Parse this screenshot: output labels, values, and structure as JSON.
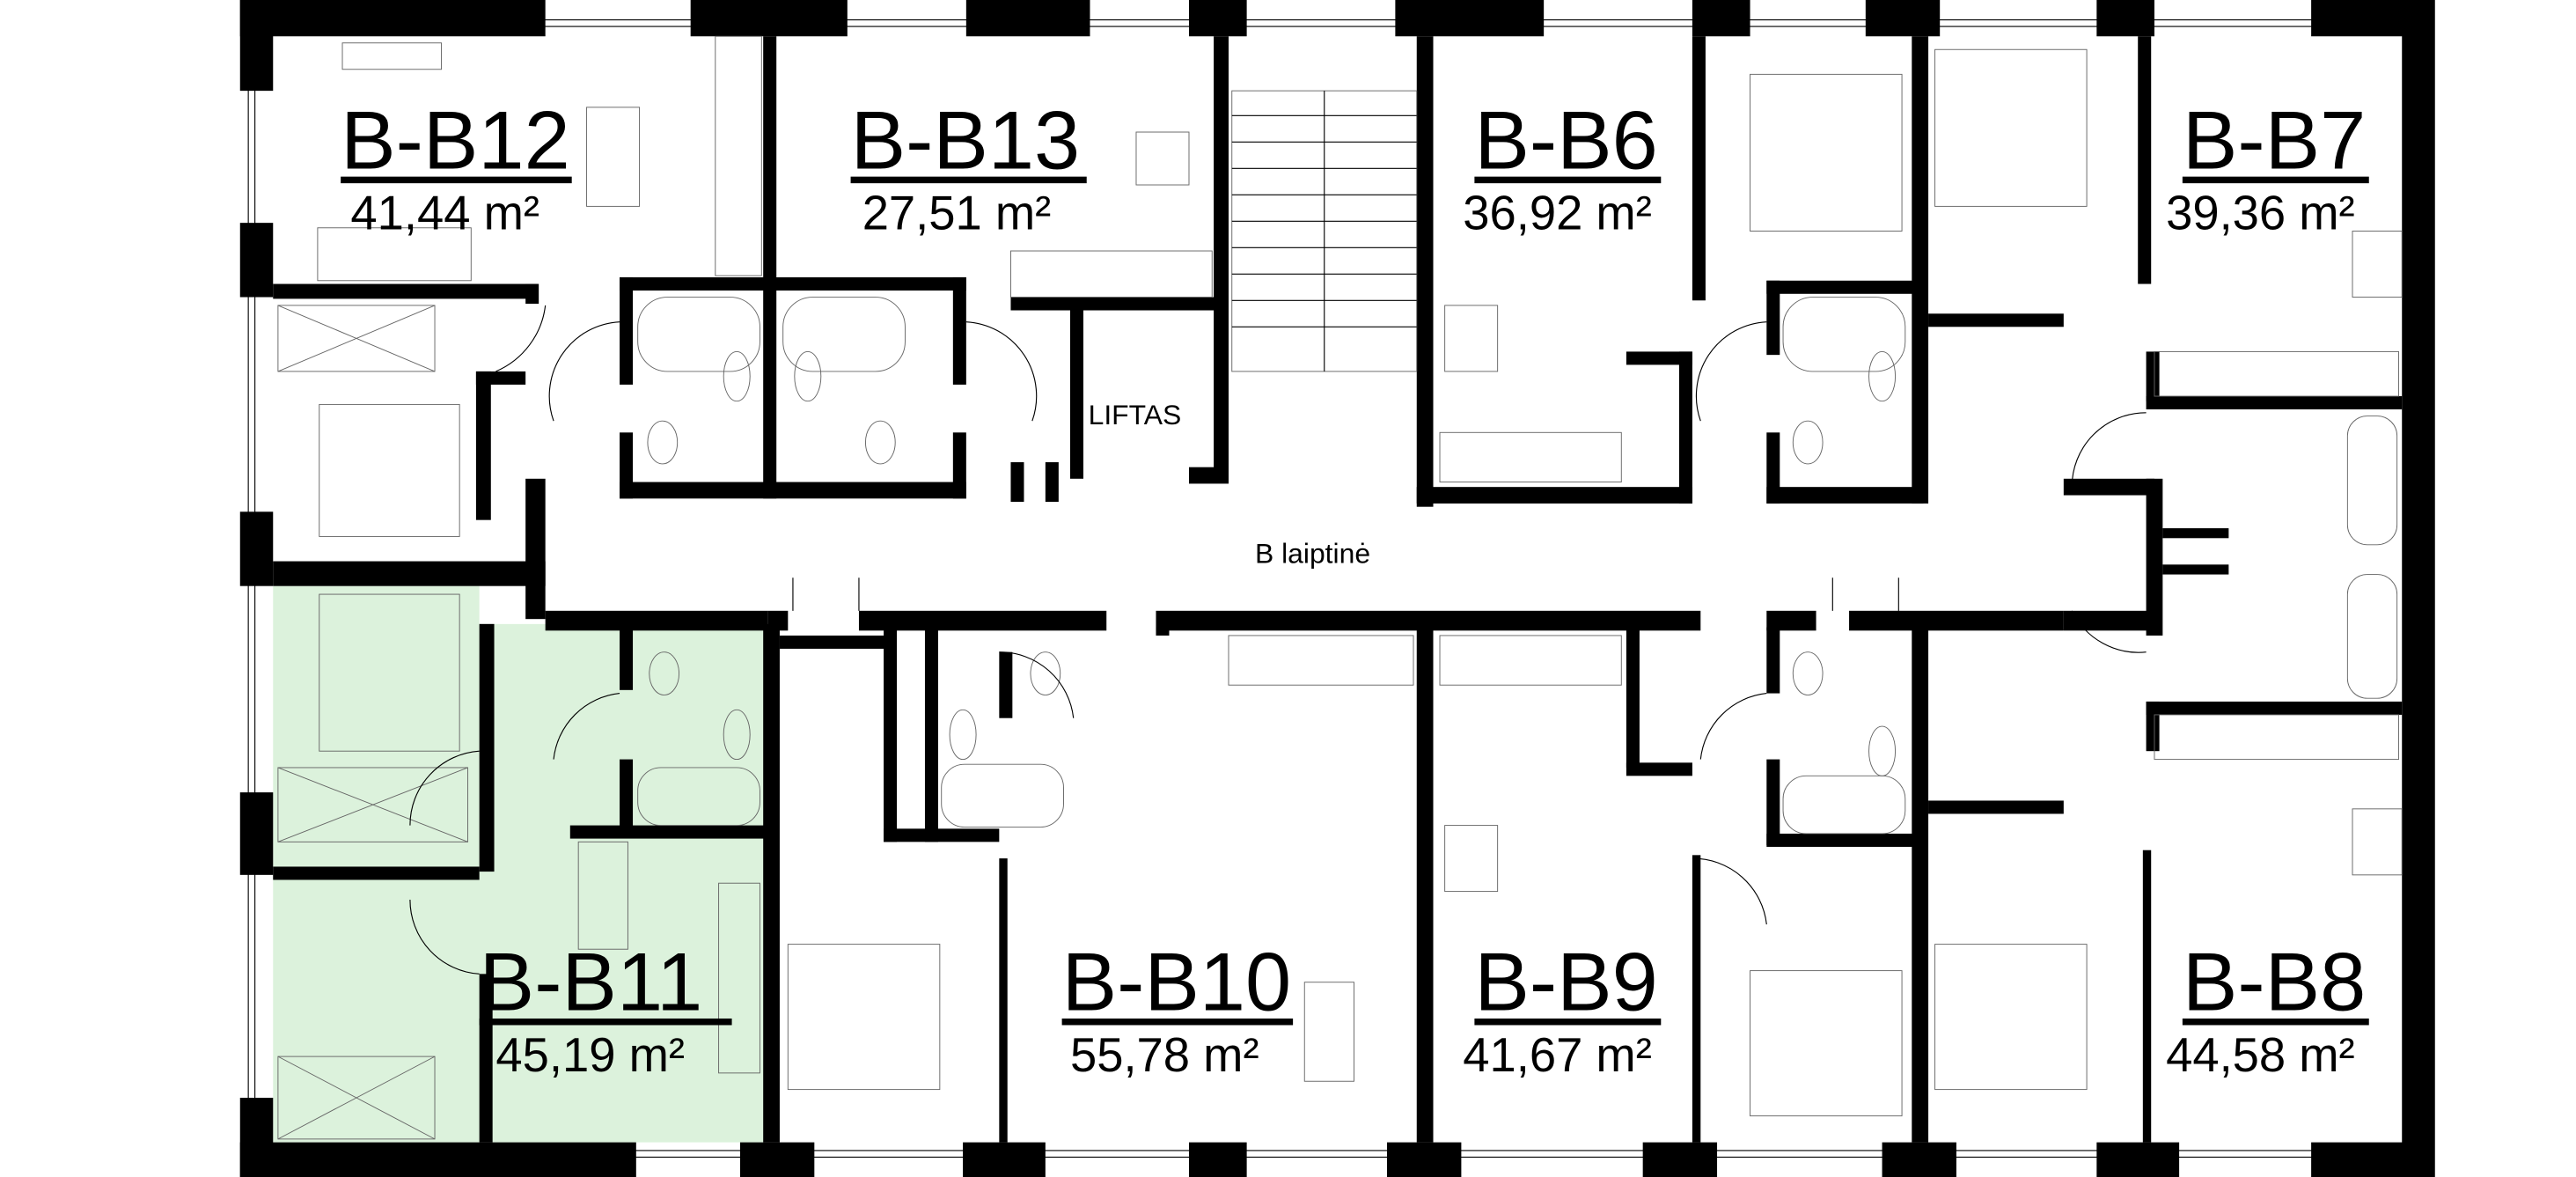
{
  "plan": {
    "stairwell_label": "B laiptinė",
    "elevator_label": "LIFTAS",
    "highlight_color": "#dcf2dc",
    "highlighted_unit": "B-B11",
    "units": [
      {
        "code": "B-B12",
        "area": "41,44 m²"
      },
      {
        "code": "B-B13",
        "area": "27,51 m²"
      },
      {
        "code": "B-B6",
        "area": "36,92 m²"
      },
      {
        "code": "B-B7",
        "area": "39,36 m²"
      },
      {
        "code": "B-B11",
        "area": "45,19 m²"
      },
      {
        "code": "B-B10",
        "area": "55,78 m²"
      },
      {
        "code": "B-B9",
        "area": "41,67 m²"
      },
      {
        "code": "B-B8",
        "area": "44,58 m²"
      }
    ]
  }
}
